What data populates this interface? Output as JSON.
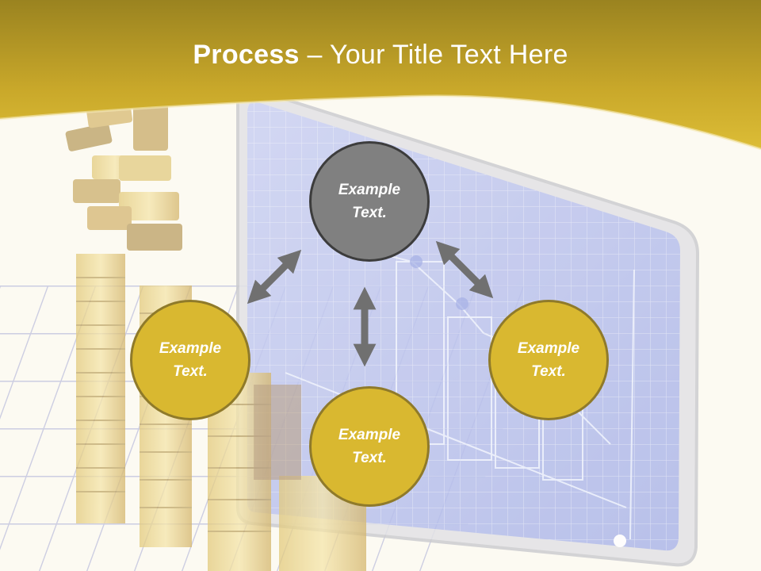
{
  "slide": {
    "title_bold": "Process",
    "title_sep": " – ",
    "title_rest": "Your Title Text Here"
  },
  "nodes": {
    "top": "Example Text.",
    "left": "Example Text.",
    "right": "Example Text.",
    "bottom": "Example Text."
  },
  "colors": {
    "header_gold": "#d8b52c",
    "circle_gold": "#d9b830",
    "circle_gray": "#808080",
    "arrow_gray": "#707070"
  }
}
